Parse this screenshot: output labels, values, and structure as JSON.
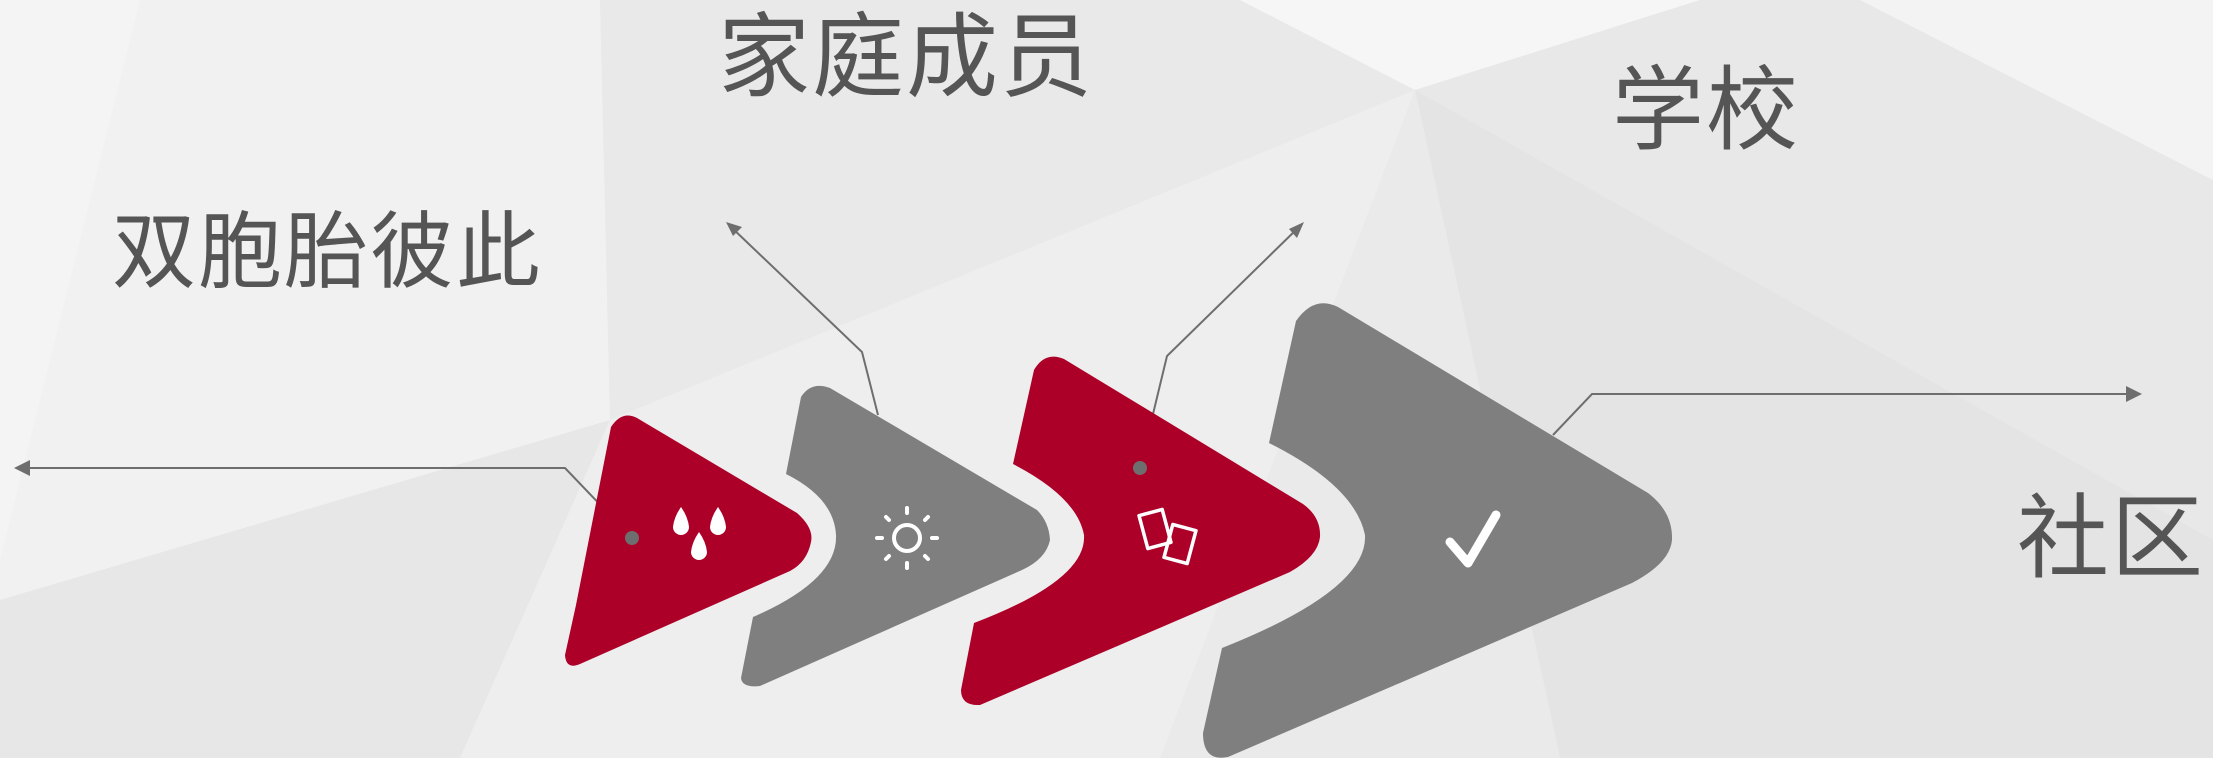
{
  "labels": {
    "twins": "双胞胎彼此",
    "family": "家庭成员",
    "school": "学校",
    "community": "社区"
  },
  "colors": {
    "accent": "#ad0029",
    "gray": "#7f7f7f",
    "line": "#6e6e6e",
    "text": "#555555",
    "icon": "#ffffff"
  },
  "icons": [
    "drops-icon",
    "sun-icon",
    "cards-icon",
    "check-icon"
  ]
}
